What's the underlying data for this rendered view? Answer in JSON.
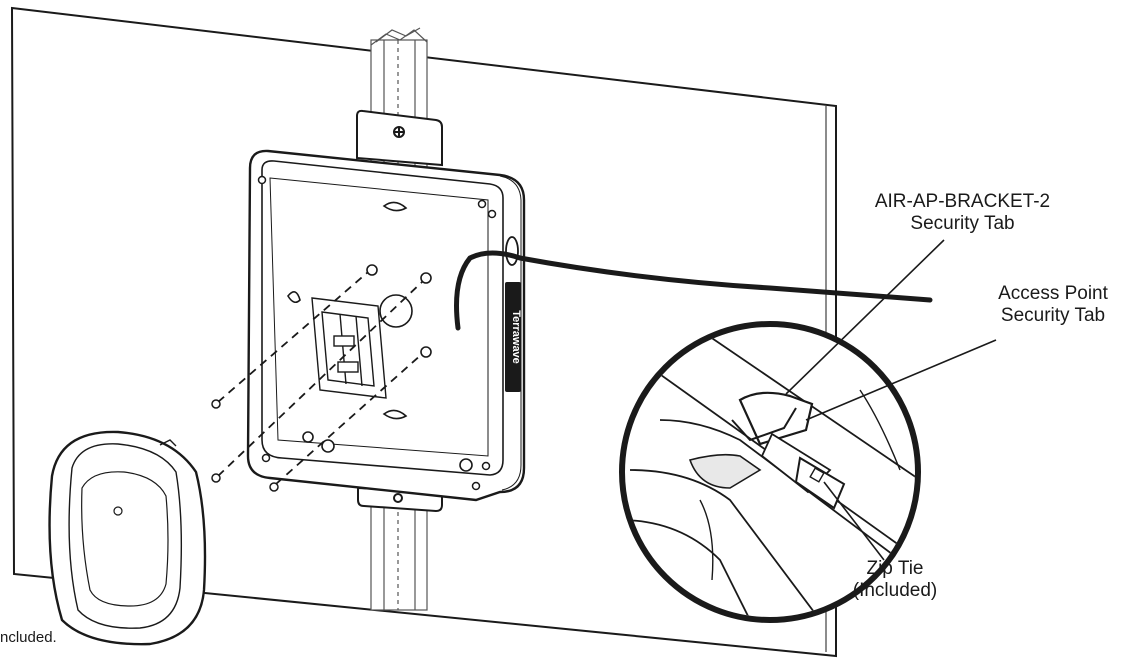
{
  "labels": {
    "bracket_tab_line1": "AIR-AP-BRACKET-2",
    "bracket_tab_line2": "Security Tab",
    "ap_tab_line1": "Access Point",
    "ap_tab_line2": "Security Tab",
    "zip_tie_line1": "Zip Tie",
    "zip_tie_line2": "(Included)",
    "footnote_fragment": "ncluded."
  },
  "enclosure_brand_text": "Terrawave",
  "colors": {
    "line": "#1a1a1a",
    "background": "#ffffff",
    "shade": "#d9d9d9"
  }
}
